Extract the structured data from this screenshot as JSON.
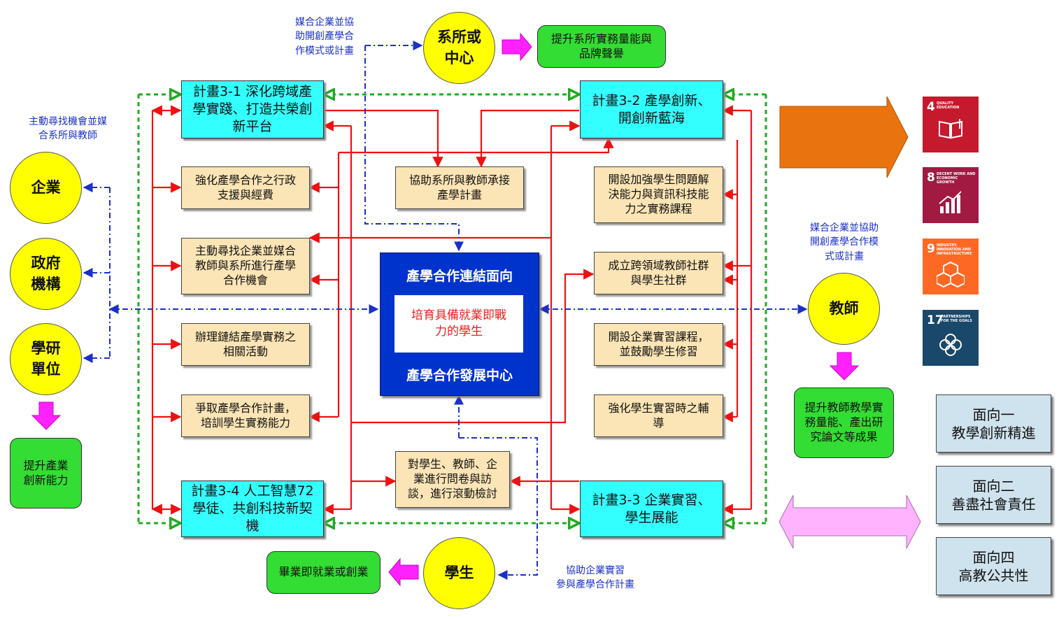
{
  "plans": {
    "p31": "計畫3-1 深化跨域產\n學實踐、打造共榮創\n新平台",
    "p32": "計畫3-2 產學創新、\n開創新藍海",
    "p33": "計畫3-3 企業實習、\n學生展能",
    "p34": "計畫3-4 人工智慧72\n學徒、共創科技新契\n機"
  },
  "left_tasks": [
    "強化產學合作之行政\n支援與經費",
    "主動尋找企業並媒合\n教師與系所進行產學\n合作機會",
    "辦理鏈結產學實務之\n相關活動",
    "爭取產學合作計畫，\n培訓學生實務能力"
  ],
  "right_tasks": [
    "開設加強學生問題解\n決能力與資訊科技能\n力之實務課程",
    "成立跨領域教師社群\n與學生社群",
    "開設企業實習課程，\n並鼓勵學生修習",
    "強化學生實習時之輔\n導"
  ],
  "mid_tasks": {
    "top": "協助系所與教師承接\n產學計畫",
    "bottom": "對學生、教師、企\n業進行問卷與訪\n談，進行滾動檢討"
  },
  "center": {
    "top": "產學合作連結面向",
    "middle": "培育具備就業即戰\n力的學生",
    "bottom": "產學合作發展中心"
  },
  "circles": {
    "dept": "系所或\n中心",
    "enterprise": "企業",
    "government": "政府\n機構",
    "research": "學研\n單位",
    "teacher": "教師",
    "student": "學生"
  },
  "outcomes": {
    "dept": "提升系所實務量能與\n品牌聲譽",
    "industry": "提升產業\n創新能力",
    "teacher": "提升教師教學實\n務量能、產出研\n究論文等成果",
    "student": "畢業即就業或創業"
  },
  "notes": {
    "top": "媒合企業並協\n助開創產學合\n作模式或計畫",
    "left": "主動尋找機會並媒\n合系所與教師",
    "right": "媒合企業並協助\n開創產學合作模\n式或計畫",
    "bottom": "協助企業實習\n參與產學合作計畫"
  },
  "aspects": [
    "面向一\n教學創新精進",
    "面向二\n善盡社會責任",
    "面向四\n高教公共性"
  ],
  "sdgs": [
    {
      "num": "4",
      "label": "QUALITY EDUCATION",
      "color": "#c5192d"
    },
    {
      "num": "8",
      "label": "DECENT WORK AND ECONOMIC GROWTH",
      "color": "#a21942"
    },
    {
      "num": "9",
      "label": "INDUSTRY, INNOVATION AND INFRASTRUCTURE",
      "color": "#fd6925"
    },
    {
      "num": "17",
      "label": "PARTNERSHIPS FOR THE GOALS",
      "color": "#19486a"
    }
  ],
  "colors": {
    "red_arrow": "#ee1111",
    "blue_dash": "#1a30c8",
    "green_dash": "#22aa22",
    "orange_arrow": "#e8730f",
    "magenta_arrow": "#ff22ff",
    "pink_arrow": "#ffb3ff"
  }
}
